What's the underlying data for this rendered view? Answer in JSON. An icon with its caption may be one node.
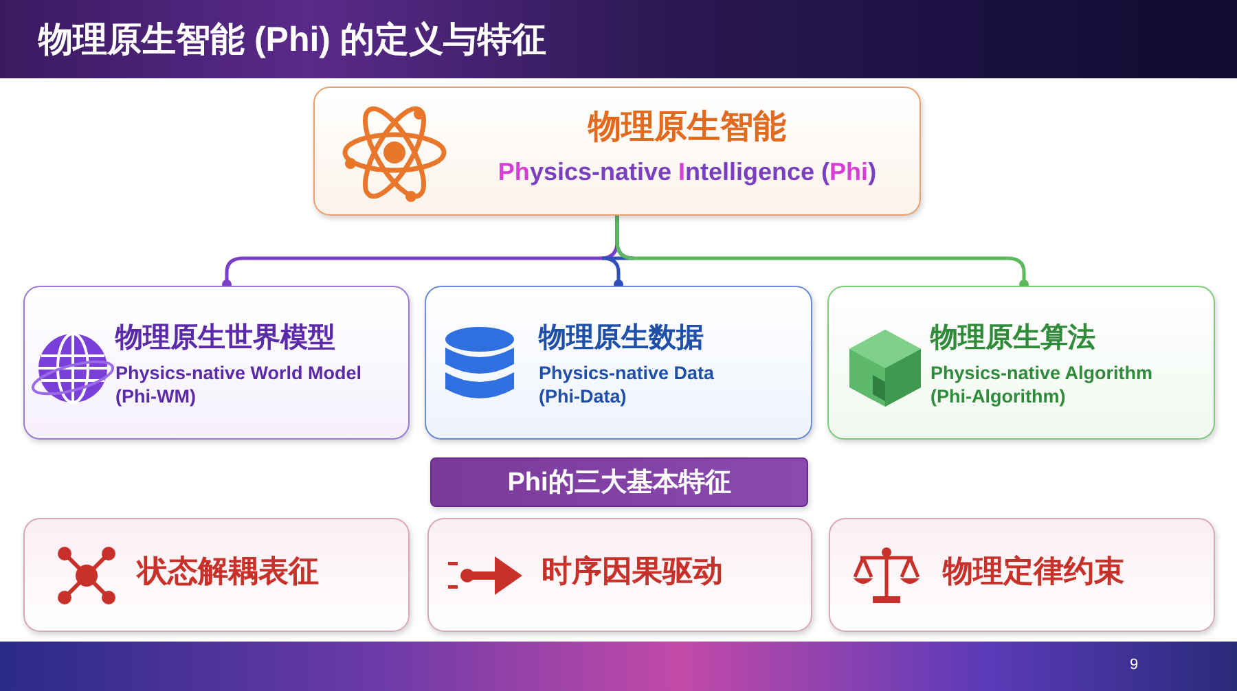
{
  "diagram": {
    "title": "物理原生智能 (Phi) 的定义与特征",
    "nodes": [
      {
        "text": [
          "物理原生智能",
          "**Ph**ysics-native **I**ntelligence (**Phi**)"
        ]
      },
      {
        "text": [
          "物理原生世界模型",
          "Physics-native World Model (Phi-WM)"
        ]
      },
      {
        "text": [
          "物理原生数据",
          "Physics-native Data (Phi-Data)"
        ]
      },
      {
        "text": [
          "物理原生算法",
          "Physics-native Algorithm (Phi-Algorithm)"
        ]
      },
      {
        "text": [
          "Phi的三大基本特征"
        ]
      },
      {
        "text": [
          "状态解耦表征"
        ]
      },
      {
        "text": [
          "时序因果驱动"
        ]
      },
      {
        "text": [
          "物理定律约束"
        ]
      }
    ],
    "edges": [
      {
        "from": 0,
        "to": 1,
        "arrow": "other",
        "color": "#7a3fc8"
      },
      {
        "from": 0,
        "to": 2,
        "arrow": "other",
        "color": "#2f4fb8"
      },
      {
        "from": 0,
        "to": 3,
        "arrow": "other",
        "color": "#5cb85c"
      }
    ],
    "labels": [
      "9"
    ]
  }
}
